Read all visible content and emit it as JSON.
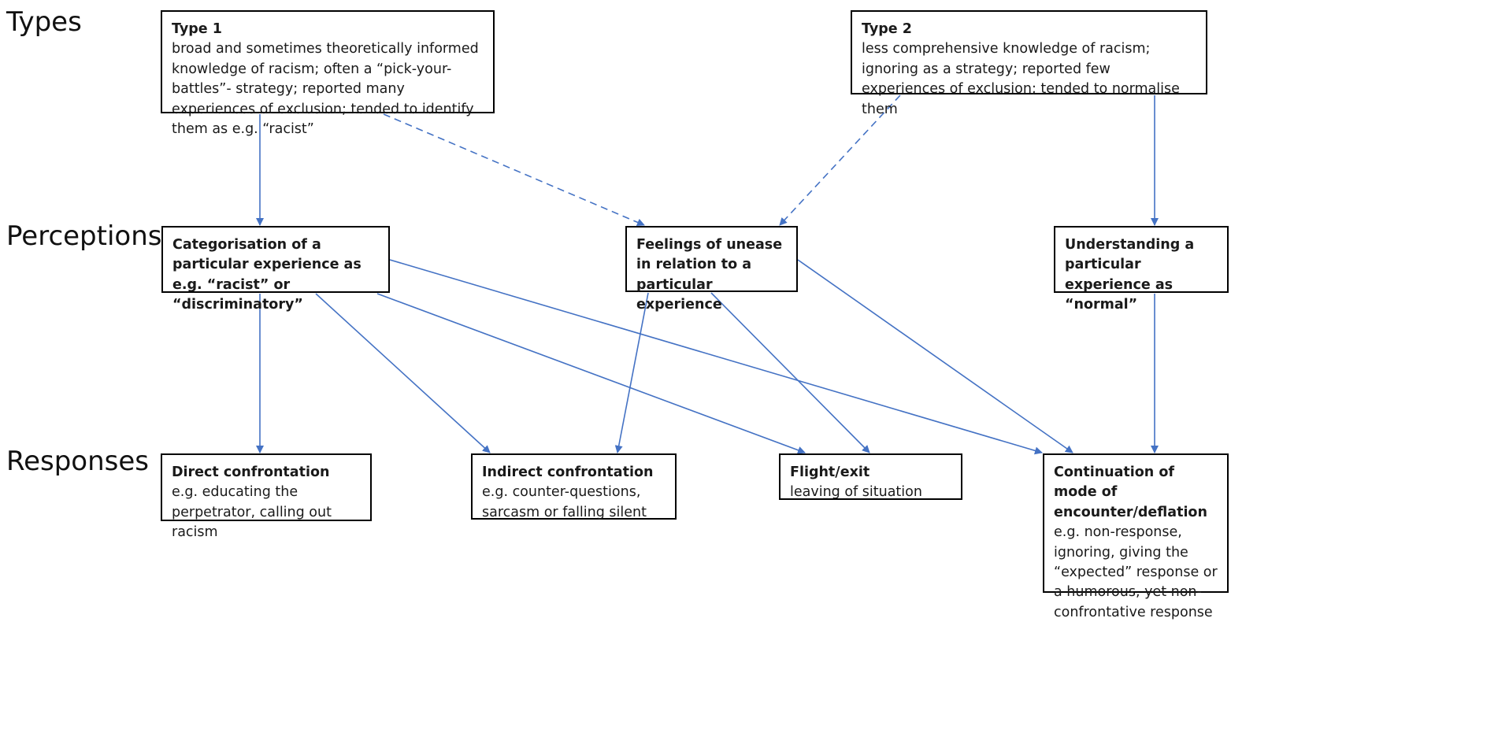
{
  "row_labels": {
    "types": "Types",
    "perceptions": "Perceptions",
    "responses": "Responses"
  },
  "nodes": {
    "type1": {
      "title": "Type 1",
      "text": "broad and sometimes theoretically informed knowledge of racism; often a “pick-your-battles”- strategy; reported many experiences of exclusion; tended to identify them as e.g. “racist”"
    },
    "type2": {
      "title": "Type 2",
      "text": "less comprehensive knowledge of racism; ignoring as a strategy; reported few experiences of exclusion; tended to normalise them"
    },
    "categorisation": {
      "title": "Categorisation of a particular experience as e.g. “racist” or “discriminatory”",
      "text": ""
    },
    "unease": {
      "title": "Feelings of unease in relation to a particular experience",
      "text": ""
    },
    "normal": {
      "title": "Understanding a particular experience as “normal”",
      "text": ""
    },
    "direct": {
      "title": "Direct confrontation",
      "text": "e.g. educating the perpetrator, calling out racism"
    },
    "indirect": {
      "title": "Indirect confrontation",
      "text": " e.g. counter-questions, sarcasm or falling silent"
    },
    "flight": {
      "title": "Flight/exit",
      "text": "leaving of situation"
    },
    "continuation": {
      "title": "Continuation of mode of encounter/deflation",
      "text": "e.g. non-response, ignoring, giving the “expected” response or a humorous, yet non-confrontative response"
    }
  },
  "edges": [
    {
      "from": "type1",
      "to": "categorisation",
      "style": "solid"
    },
    {
      "from": "type1",
      "to": "unease",
      "style": "dashed"
    },
    {
      "from": "type2",
      "to": "unease",
      "style": "dashed"
    },
    {
      "from": "type2",
      "to": "normal",
      "style": "solid"
    },
    {
      "from": "categorisation",
      "to": "direct",
      "style": "solid"
    },
    {
      "from": "categorisation",
      "to": "indirect",
      "style": "solid"
    },
    {
      "from": "categorisation",
      "to": "flight",
      "style": "solid"
    },
    {
      "from": "categorisation",
      "to": "continuation",
      "style": "solid"
    },
    {
      "from": "unease",
      "to": "indirect",
      "style": "solid"
    },
    {
      "from": "unease",
      "to": "flight",
      "style": "solid"
    },
    {
      "from": "unease",
      "to": "continuation",
      "style": "solid"
    },
    {
      "from": "normal",
      "to": "continuation",
      "style": "solid"
    }
  ],
  "colors": {
    "arrow": "#4472c4",
    "border": "#000000"
  }
}
